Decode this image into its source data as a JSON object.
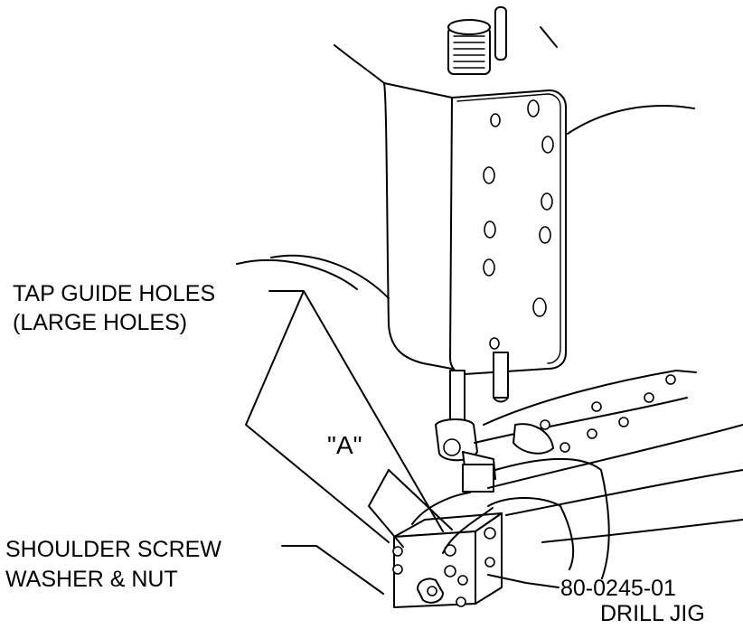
{
  "labels": {
    "tap_guide_line1": "TAP GUIDE HOLES",
    "tap_guide_line2": "(LARGE HOLES)",
    "a_marker": "\"A\"",
    "shoulder_line1": "SHOULDER SCREW",
    "shoulder_line2": "WASHER & NUT",
    "part_number": "80-0245-01",
    "part_name": "DRILL JIG"
  },
  "colors": {
    "ink": "#000000",
    "paper": "#ffffff"
  }
}
